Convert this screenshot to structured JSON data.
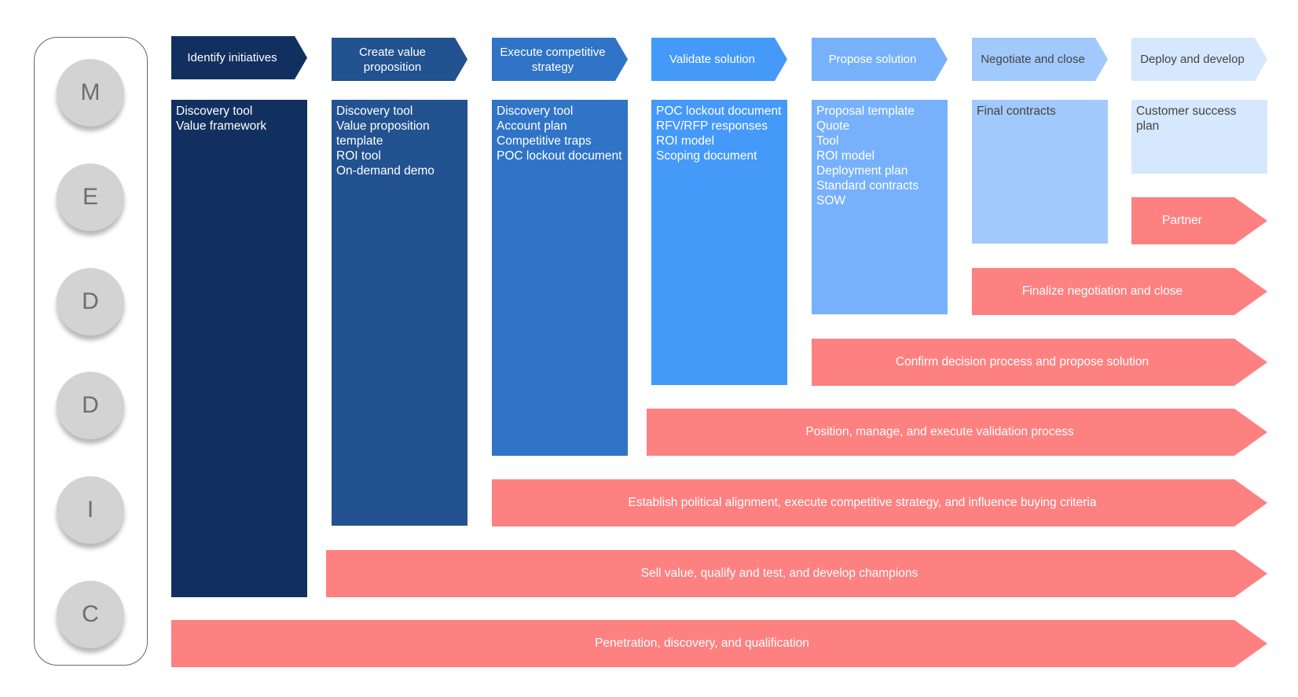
{
  "meddic": [
    "M",
    "E",
    "D",
    "D",
    "I",
    "C"
  ],
  "stages": [
    {
      "label": "Identify initiatives",
      "color": "#12305f",
      "text_color": "#ffffff"
    },
    {
      "label": "Create value proposition",
      "color": "#22528f",
      "text_color": "#ffffff"
    },
    {
      "label": "Execute competitive strategy",
      "color": "#3074c7",
      "text_color": "#ffffff"
    },
    {
      "label": "Validate solution",
      "color": "#4499f9",
      "text_color": "#ffffff"
    },
    {
      "label": "Propose solution",
      "color": "#78b1fb",
      "text_color": "#ffffff"
    },
    {
      "label": "Negotiate and close",
      "color": "#a2c9fb",
      "text_color": "#444444"
    },
    {
      "label": "Deploy and develop",
      "color": "#d6e8fd",
      "text_color": "#444444"
    }
  ],
  "columns": [
    {
      "items": [
        "Discovery tool",
        "Value framework"
      ]
    },
    {
      "items": [
        "Discovery tool",
        "Value proposition\ntemplate",
        "ROI tool",
        "On-demand demo"
      ]
    },
    {
      "items": [
        "Discovery tool",
        "Account plan",
        "Competitive traps",
        "POC lockout document"
      ]
    },
    {
      "items": [
        "POC lockout document",
        "RFV/RFP responses",
        "ROI model",
        "Scoping document"
      ]
    },
    {
      "items": [
        "Proposal template",
        "Quote",
        "Tool",
        "ROI model",
        "Deployment plan",
        "Standard contracts",
        "SOW"
      ]
    },
    {
      "items": [
        "Final contracts"
      ]
    },
    {
      "items": [
        "Customer success plan"
      ]
    }
  ],
  "bars": [
    "Partner",
    "Finalize negotiation and close",
    "Confirm decision process and propose solution",
    "Position, manage, and execute validation process",
    "Establish political alignment, execute competitive strategy, and influence buying criteria",
    "Sell value, qualify and test, and develop champions",
    "Penetration, discovery, and qualification"
  ],
  "bar_color": "#fd8181"
}
